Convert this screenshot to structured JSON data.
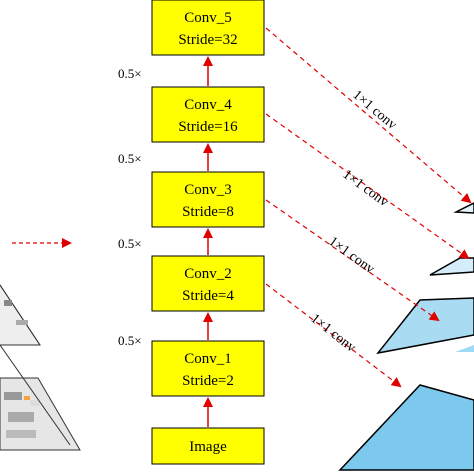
{
  "colors": {
    "box_fill": "#ffff00",
    "box_stroke": "#000000",
    "arrow": "#e00000",
    "pyramid_light": "#d9f1fb",
    "pyramid_mid": "#9fd9f3",
    "pyramid_dark": "#5bbde8"
  },
  "boxes": [
    {
      "title": "Conv_5",
      "stride": "Stride=32"
    },
    {
      "title": "Conv_4",
      "stride": "Stride=16"
    },
    {
      "title": "Conv_3",
      "stride": "Stride=8"
    },
    {
      "title": "Conv_2",
      "stride": "Stride=4"
    },
    {
      "title": "Conv_1",
      "stride": "Stride=2"
    }
  ],
  "input_box": {
    "title": "Image"
  },
  "scale_labels": [
    "0.5×",
    "0.5×",
    "0.5×",
    "0.5×"
  ],
  "lateral_labels": [
    "1×1 conv",
    "1×1 conv",
    "1×1 conv",
    "1×1 conv"
  ],
  "icons": {
    "up_arrow": "red-up-arrow-icon",
    "dashed_arrow": "red-dashed-arrow-icon"
  }
}
